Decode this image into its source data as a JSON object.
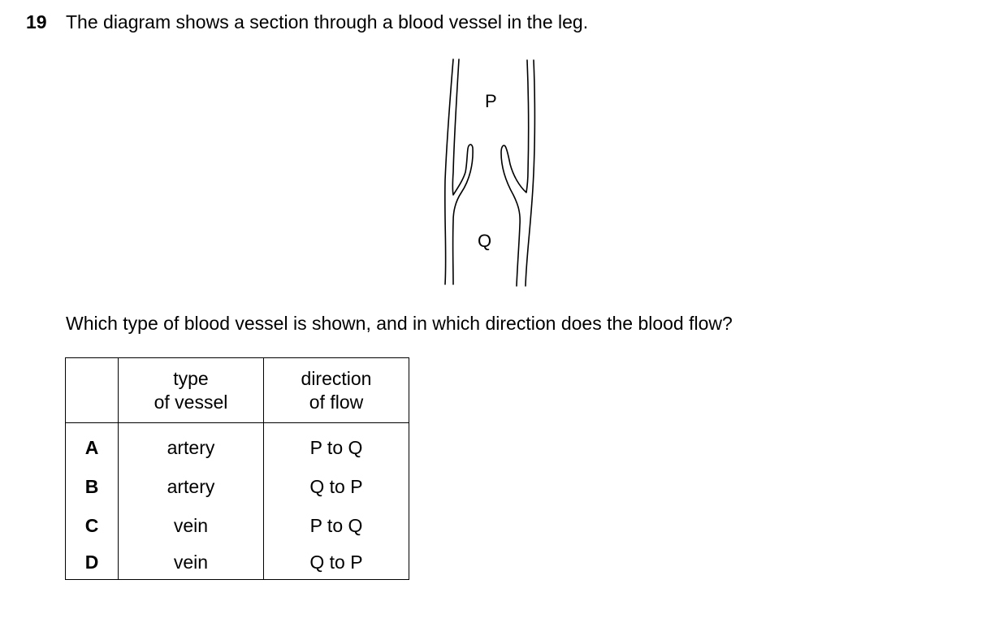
{
  "question": {
    "number": "19",
    "stem": "The diagram shows a section through a blood vessel in the leg.",
    "prompt": "Which type of blood vessel is shown, and in which direction does the blood flow?"
  },
  "diagram": {
    "label_top": "P",
    "label_bottom": "Q"
  },
  "table": {
    "headers": {
      "type_line1": "type",
      "type_line2": "of vessel",
      "dir_line1": "direction",
      "dir_line2": "of flow"
    },
    "rows": [
      {
        "letter": "A",
        "type": "artery",
        "direction": "P to Q"
      },
      {
        "letter": "B",
        "type": "artery",
        "direction": "Q to P"
      },
      {
        "letter": "C",
        "type": "vein",
        "direction": "P to Q"
      },
      {
        "letter": "D",
        "type": "vein",
        "direction": "Q to P"
      }
    ]
  }
}
